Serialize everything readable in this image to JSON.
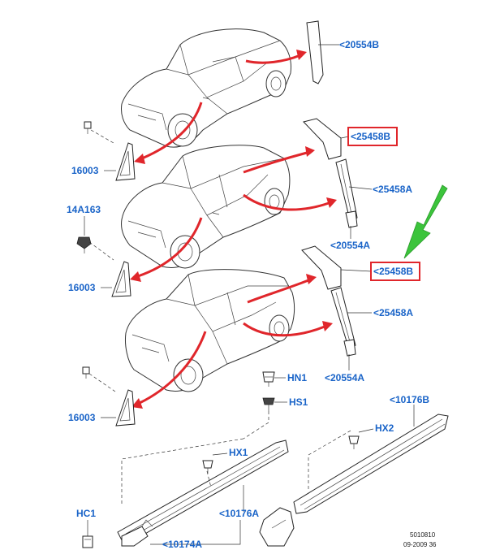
{
  "labels": {
    "l20554b": "<20554B",
    "l25458b_top": "<25458B",
    "l25458a_mid": "<25458A",
    "l20554a_mid": "<20554A",
    "l25458b_low": "<25458B",
    "l25458a_low": "<25458A",
    "l20554a_low": "<20554A",
    "l16003_a": "16003",
    "l14a163": "14A163",
    "l16003_b": "16003",
    "l16003_c": "16003",
    "lhn1": "HN1",
    "lhs1": "HS1",
    "l10176b": "<10176B",
    "lhx2": "HX2",
    "lhx1": "HX1",
    "l10176a": "<10176A",
    "lhc1": "HC1",
    "l10174a": "<10174A"
  },
  "footer": {
    "code": "5010810",
    "date": "09-2009 36"
  },
  "colors": {
    "label_blue": "#1a64c8",
    "highlight_red": "#e0262b",
    "pointer_green": "#3cc43c"
  }
}
